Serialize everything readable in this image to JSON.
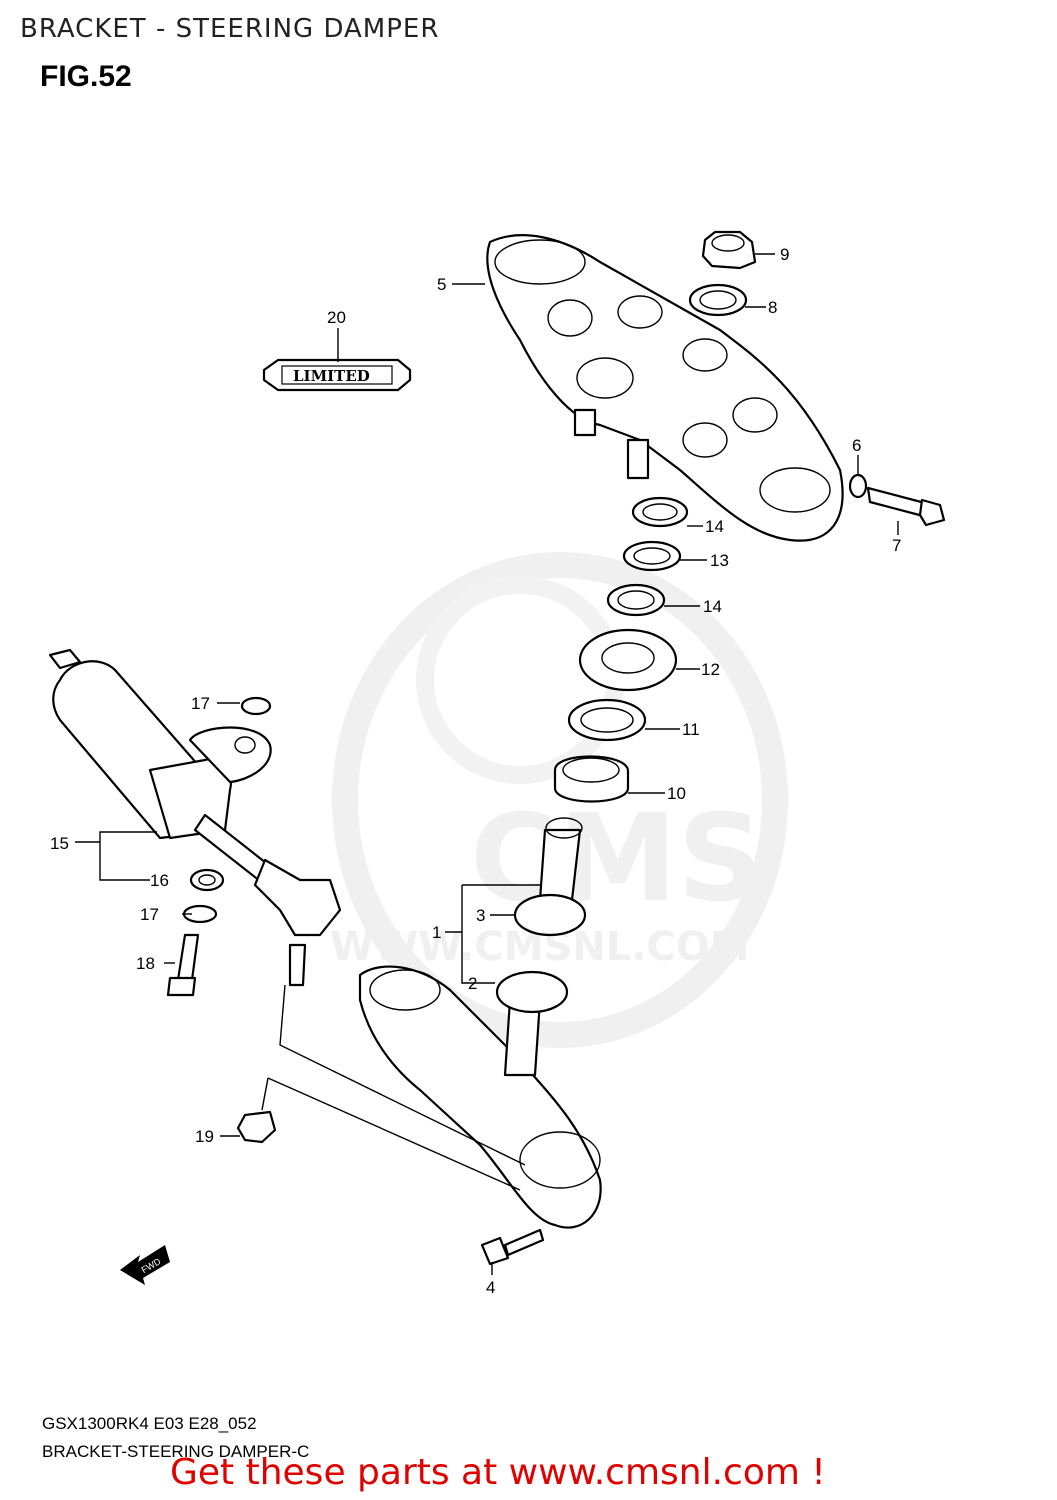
{
  "header": {
    "title": "BRACKET - STEERING DAMPER",
    "figure": "FIG.52"
  },
  "badge": {
    "text": "LIMITED"
  },
  "callouts": {
    "c1": "1",
    "c2": "2",
    "c3": "3",
    "c4": "4",
    "c5": "5",
    "c6": "6",
    "c7": "7",
    "c8": "8",
    "c9": "9",
    "c10": "10",
    "c11": "11",
    "c12": "12",
    "c13": "13",
    "c14a": "14",
    "c14b": "14",
    "c15": "15",
    "c16": "16",
    "c17a": "17",
    "c17b": "17",
    "c18": "18",
    "c19": "19",
    "c20": "20"
  },
  "direction_marker": "FWD",
  "watermark": {
    "brand": "CMS",
    "site": "WWW.CMSNL.COM"
  },
  "footer": {
    "code": "GSX1300RK4 E03 E28_052",
    "caption": "BRACKET-STEERING DAMPER-C",
    "cta": "Get these parts at www.cmsnl.com !"
  },
  "colors": {
    "cta": "#e00000",
    "lines": "#000000",
    "watermark": "#f0f0f0"
  }
}
